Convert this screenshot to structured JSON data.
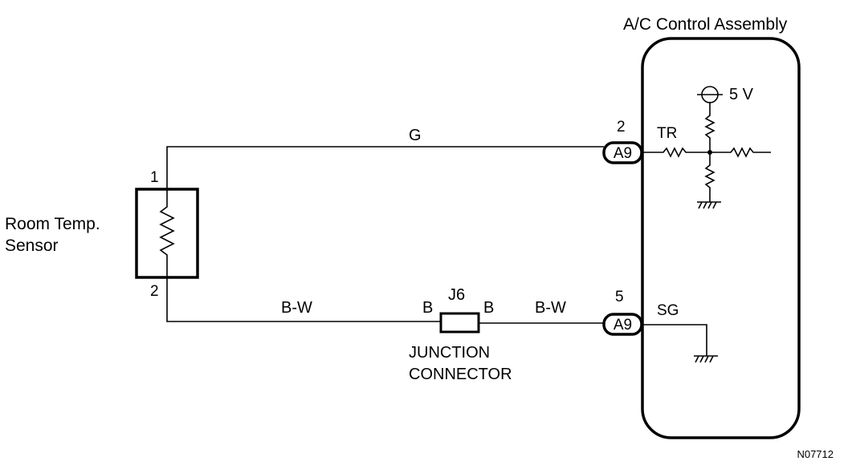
{
  "assembly": {
    "title": "A/C Control Assembly"
  },
  "sensor": {
    "name_line1": "Room Temp.",
    "name_line2": "Sensor",
    "pin_top": "1",
    "pin_bottom": "2"
  },
  "wires": {
    "top_color": "G",
    "bottom_left_color": "B-W",
    "bottom_right_color": "B-W"
  },
  "junction": {
    "id": "J6",
    "left_pin": "B",
    "right_pin": "B",
    "label_line1": "JUNCTION",
    "label_line2": "CONNECTOR"
  },
  "connectors": [
    {
      "pin": "2",
      "code": "A9",
      "signal": "TR"
    },
    {
      "pin": "5",
      "code": "A9",
      "signal": "SG"
    }
  ],
  "supply": {
    "voltage": "5 V"
  },
  "figure_code": "N07712"
}
